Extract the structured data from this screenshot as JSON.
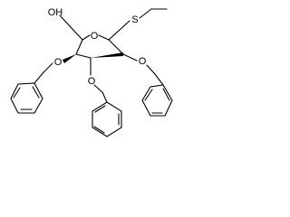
{
  "molecule": {
    "atoms": {
      "hydroxyl": "OH",
      "ring_oxygen": "O",
      "thio_sulfur": "S",
      "oxygen_c2": "O",
      "oxygen_c3": "O",
      "oxygen_c4": "O"
    }
  }
}
